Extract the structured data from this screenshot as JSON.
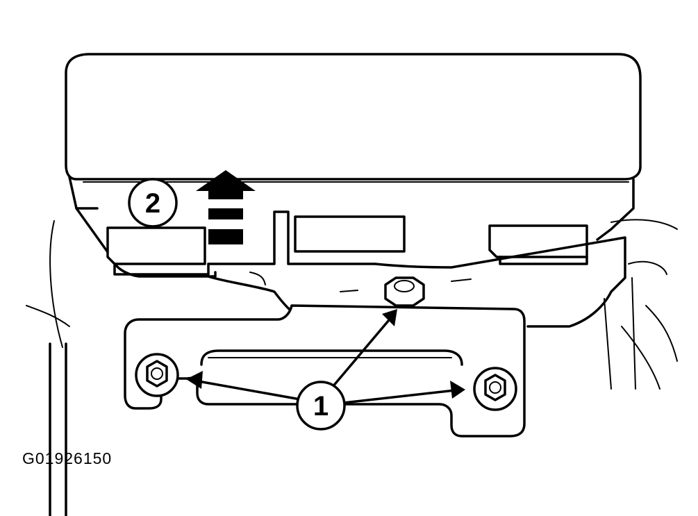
{
  "figure": {
    "id_text": "G01926150"
  },
  "callouts": [
    {
      "number": "1",
      "refers_to": "bolts"
    },
    {
      "number": "2",
      "refers_to": "removal-direction"
    }
  ],
  "colors": {
    "ink": "#000000",
    "paper": "#ffffff"
  },
  "icons": [
    "arrow-up-icon",
    "bolt-icon",
    "nut-icon",
    "leader-arrow-icon"
  ]
}
